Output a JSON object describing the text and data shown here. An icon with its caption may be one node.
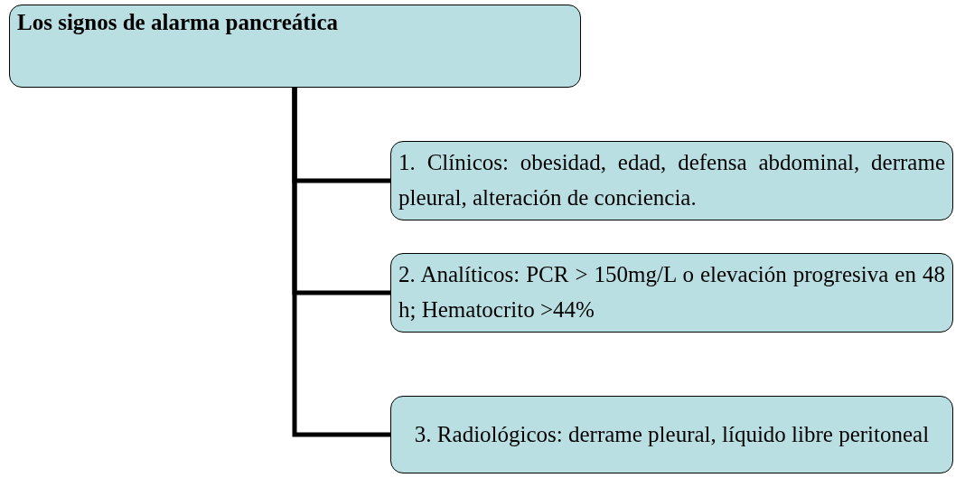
{
  "diagram": {
    "nodes": [
      {
        "text": [
          "Los signos de alarma pancreática"
        ]
      },
      {
        "text": [
          "1. Clínicos: obesidad, edad, defensa abdominal, derrame pleural, alteración de conciencia."
        ]
      },
      {
        "text": [
          "2. Analíticos: PCR > 150mg/L o elevación progresiva en 48 h; Hematocrito >44%"
        ]
      },
      {
        "text": [
          "3. Radiológicos: derrame pleural, líquido libre peritoneal"
        ]
      }
    ],
    "edges": [
      {
        "from": 0,
        "to": 1,
        "arrow": "none"
      },
      {
        "from": 0,
        "to": 2,
        "arrow": "none"
      },
      {
        "from": 0,
        "to": 3,
        "arrow": "none"
      }
    ]
  }
}
